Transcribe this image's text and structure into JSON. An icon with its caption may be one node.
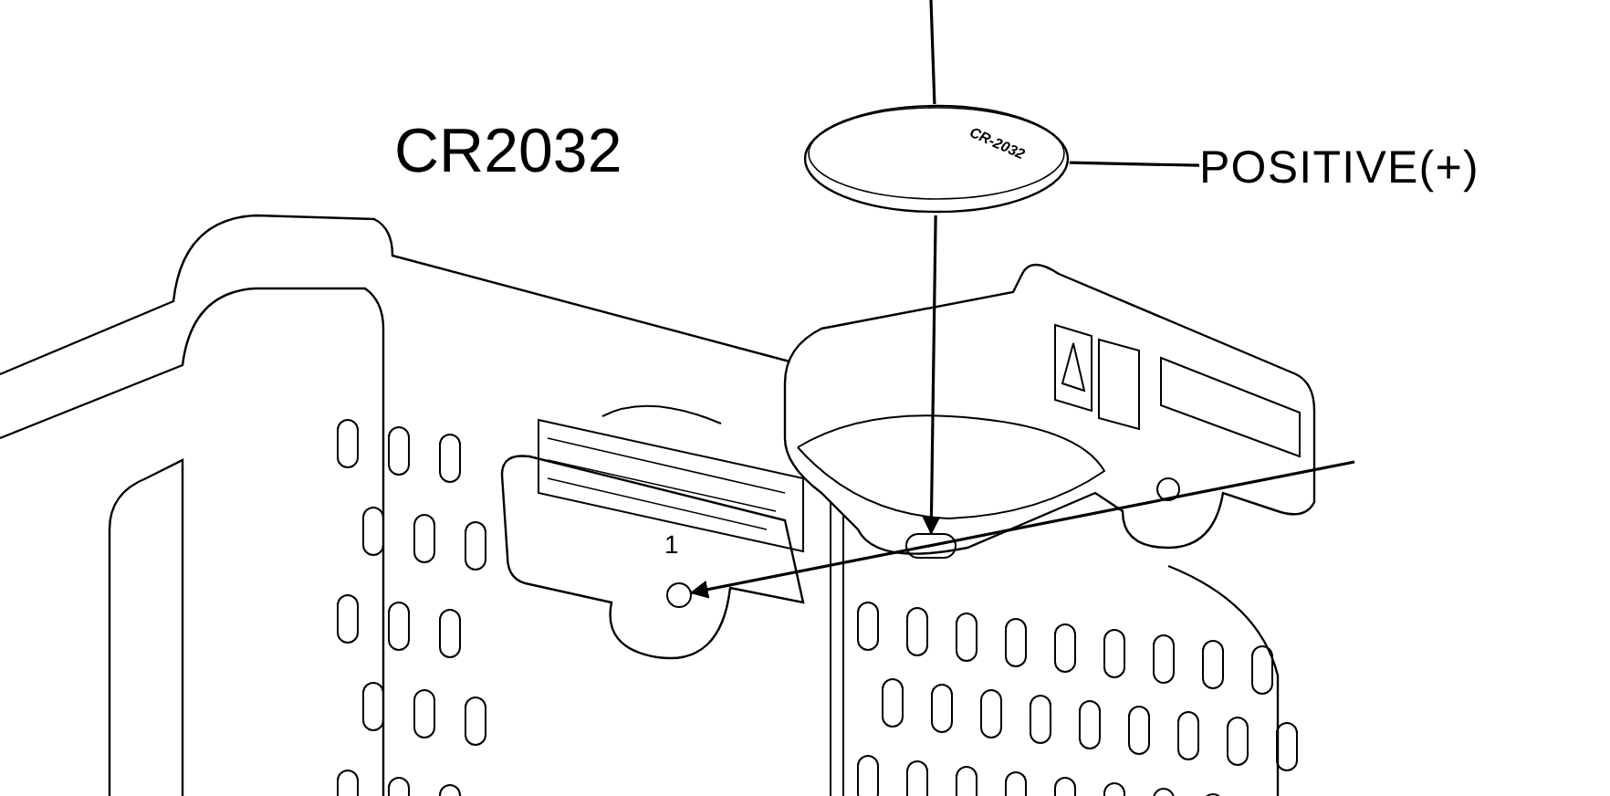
{
  "diagram": {
    "nodes": [
      {
        "text": [
          "CR-2032"
        ]
      },
      {
        "text": [
          "POSITIVE(+)"
        ]
      },
      {
        "text": [],
        "shape": "circle"
      },
      {
        "text": [],
        "shape": "circle"
      }
    ],
    "edges": [
      {
        "from": null,
        "to": 0,
        "arrow": "none"
      },
      {
        "from": 0,
        "to": 2,
        "arrow": "to"
      },
      {
        "from": 1,
        "to": 0,
        "arrow": "none"
      },
      {
        "from": null,
        "to": 3,
        "arrow": "to"
      }
    ],
    "labels": [
      "CR2032",
      "1"
    ]
  }
}
